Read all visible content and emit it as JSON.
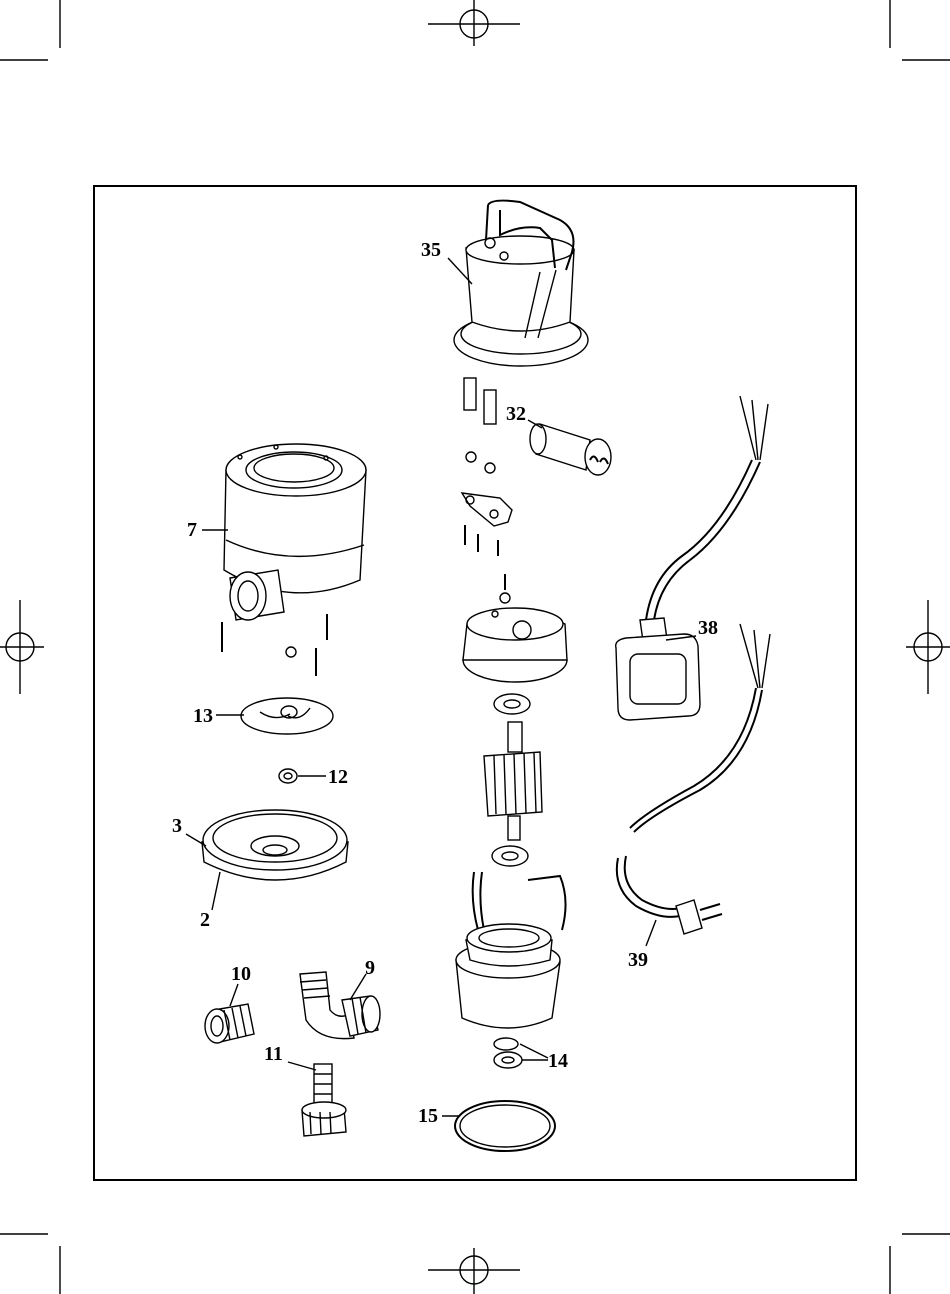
{
  "diagram": {
    "type": "exploded-parts-diagram",
    "parts": [
      {
        "id": "p35",
        "label": "35",
        "component": "motor-housing-with-handle"
      },
      {
        "id": "p32",
        "label": "32",
        "component": "capacitor"
      },
      {
        "id": "p7",
        "label": "7",
        "component": "pump-housing"
      },
      {
        "id": "p38",
        "label": "38",
        "component": "float-switch-cable"
      },
      {
        "id": "p13",
        "label": "13",
        "component": "impeller"
      },
      {
        "id": "p12",
        "label": "12",
        "component": "nut"
      },
      {
        "id": "p3",
        "label": "3",
        "component": "base-plate"
      },
      {
        "id": "p2",
        "label": "2",
        "component": "base-ring"
      },
      {
        "id": "p10",
        "label": "10",
        "component": "threaded-connector"
      },
      {
        "id": "p9",
        "label": "9",
        "component": "elbow-connector"
      },
      {
        "id": "p11",
        "label": "11",
        "component": "hose-tail-connector"
      },
      {
        "id": "p14",
        "label": "14",
        "component": "seal-rings"
      },
      {
        "id": "p15",
        "label": "15",
        "component": "o-ring"
      },
      {
        "id": "p39",
        "label": "39",
        "component": "power-cable-plug"
      }
    ]
  },
  "colors": {
    "ink": "#000000",
    "paper": "#ffffff"
  }
}
